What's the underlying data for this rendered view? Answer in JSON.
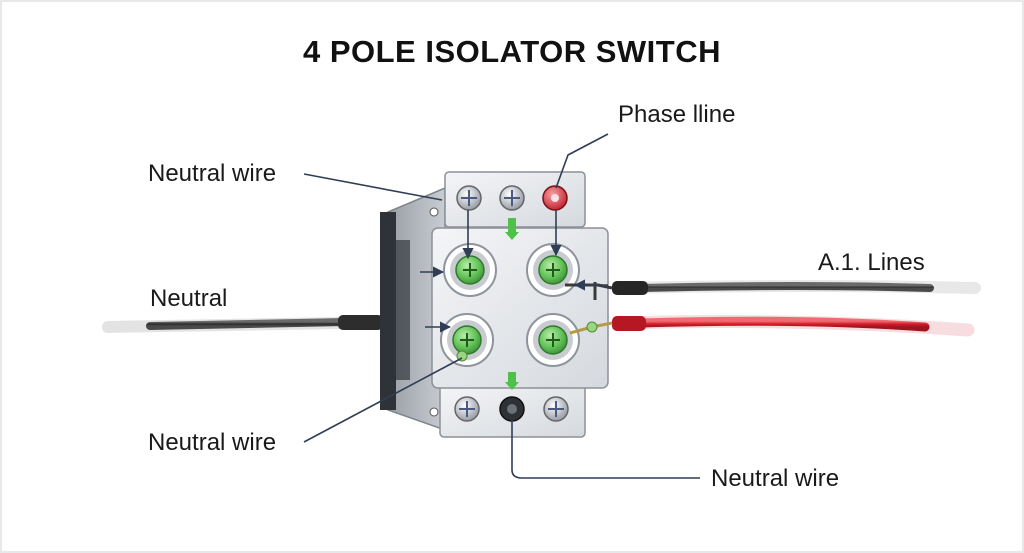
{
  "title": "4 POLE ISOLATOR SWITCH",
  "labels": {
    "phase_line": "Phase lline",
    "neutral_wire_top_left": "Neutral wire",
    "neutral_left": "Neutral",
    "ai_lines": "A.1. Lines",
    "neutral_wire_bottom_left": "Neutral wire",
    "neutral_wire_bottom_right": "Neutral wire"
  },
  "colors": {
    "switch_body": "#e3e6ea",
    "terminal_green": "#5fbf55",
    "red_cable": "#d8222e",
    "black_cable": "#3a3a3a",
    "leader_line": "#2f3e55"
  }
}
